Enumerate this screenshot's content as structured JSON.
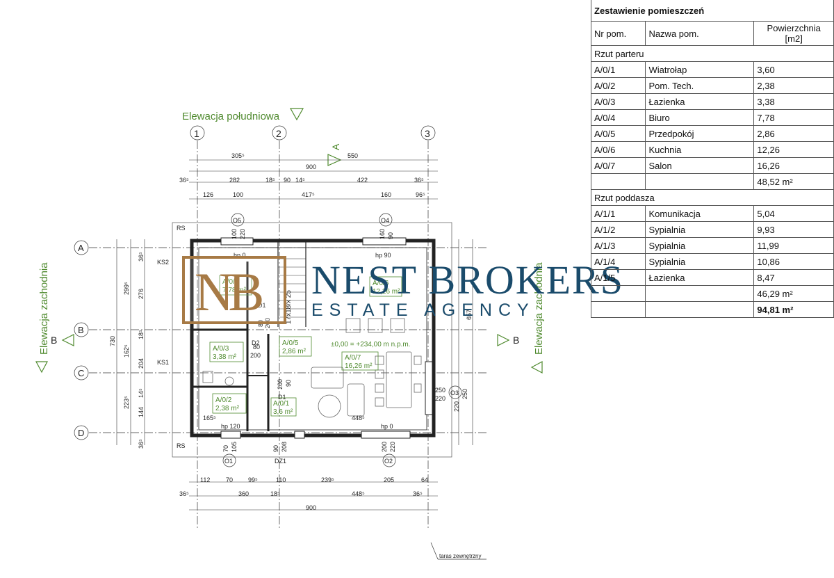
{
  "plan": {
    "elev_south": "Elewacja południowa",
    "elev_west": "Elewacja zachodnia",
    "elev_east": "Elewacja zachodnia",
    "section_a": "A",
    "section_b": "B",
    "axes_cols": [
      "1",
      "2",
      "3"
    ],
    "axes_rows": [
      "A",
      "B",
      "C",
      "D"
    ],
    "dims_top_1": [
      "305⁵",
      "550"
    ],
    "dims_top_2": [
      "900"
    ],
    "dims_top_3": [
      "36⁵",
      "282",
      "18⁵",
      "90",
      "14⁵",
      "422",
      "36⁵"
    ],
    "dims_top_4": [
      "126",
      "100",
      "417⁵",
      "160",
      "96⁵"
    ],
    "dims_bottom_1": [
      "112",
      "70",
      "99⁵",
      "110",
      "239⁵",
      "205",
      "64"
    ],
    "dims_bottom_2": [
      "36⁵",
      "360",
      "18⁵",
      "448⁵",
      "36⁵"
    ],
    "dims_bottom_3": [
      "900"
    ],
    "dims_left_outer": [
      "730"
    ],
    "dims_left_1": [
      "299⁵",
      "162⁵",
      "223⁵"
    ],
    "dims_left_2": [
      "36⁵",
      "276",
      "18⁵",
      "204",
      "14⁵",
      "144",
      "36⁵"
    ],
    "dims_right": [
      "657",
      "250",
      "220"
    ],
    "labels_misc": [
      "RS",
      "KS2",
      "KS1",
      "RS",
      "hp 0",
      "hp 90",
      "hp 120",
      "hp 0",
      "D1",
      "D1",
      "D2",
      "DZ1",
      "O5",
      "O4",
      "O1",
      "O2",
      "O3",
      "80",
      "200",
      "80",
      "200",
      "100",
      "220",
      "160",
      "90",
      "70",
      "105",
      "90",
      "208",
      "200",
      "220",
      "250",
      "220",
      "200",
      "90"
    ],
    "stairs": "17x18/x 25",
    "level": "±0,00 = +234,00 m n.p.m.",
    "rooms": [
      {
        "id": "A/0/4",
        "area": "7,78 m²"
      },
      {
        "id": "A/0/6",
        "area": "12,26 m²"
      },
      {
        "id": "A/0/3",
        "area": "3,38 m²"
      },
      {
        "id": "A/0/5",
        "area": "2,86 m²"
      },
      {
        "id": "A/0/7",
        "area": "16,26 m²"
      },
      {
        "id": "A/0/2",
        "area": "2,38 m²"
      },
      {
        "id": "A/0/1",
        "area": "3,6 m²"
      }
    ],
    "dims_bottom_inner": [
      "165⁵",
      "448⁵"
    ],
    "terrace": "taras zewnętrzny"
  },
  "table": {
    "title": "Zestawienie pomieszczeń",
    "headers": [
      "Nr pom.",
      "Nazwa pom.",
      "Powierzchnia",
      "[m2]"
    ],
    "ground_label": "Rzut parteru",
    "ground": [
      [
        "A/0/1",
        "Wiatrołap",
        "3,60"
      ],
      [
        "A/0/2",
        "Pom. Tech.",
        "2,38"
      ],
      [
        "A/0/3",
        "Łazienka",
        "3,38"
      ],
      [
        "A/0/4",
        "Biuro",
        "7,78"
      ],
      [
        "A/0/5",
        "Przedpokój",
        "2,86"
      ],
      [
        "A/0/6",
        "Kuchnia",
        "12,26"
      ],
      [
        "A/0/7",
        "Salon",
        "16,26"
      ]
    ],
    "ground_total": "48,52 m²",
    "attic_label": "Rzut poddasza",
    "attic": [
      [
        "A/1/1",
        "Komunikacja",
        "5,04"
      ],
      [
        "A/1/2",
        "Sypialnia",
        "9,93"
      ],
      [
        "A/1/3",
        "Sypialnia",
        "11,99"
      ],
      [
        "A/1/4",
        "Sypialnia",
        "10,86"
      ],
      [
        "A/1/5",
        "Łazienka",
        "8,47"
      ]
    ],
    "attic_total": "46,29 m²",
    "grand_total": "94,81 m²"
  },
  "watermark": {
    "monogram": "NB",
    "name": "NEST BROKERS",
    "tagline": "ESTATE AGENCY"
  },
  "colors": {
    "green": "#4f8a2e",
    "brown": "#a77a45",
    "navy": "#1a4b6b"
  }
}
